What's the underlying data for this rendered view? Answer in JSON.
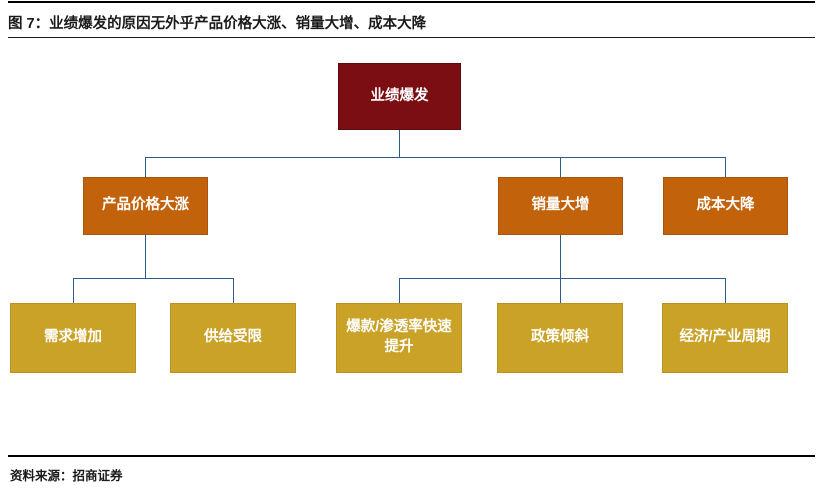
{
  "header": {
    "figure_label": "图 7：",
    "title": "业绩爆发的原因无外乎产品价格大涨、销量大增、成本大降"
  },
  "footer": {
    "source": "资料来源：招商证券"
  },
  "colors": {
    "root": "#7B0E12",
    "level2": "#C2620A",
    "level3": "#C9A227",
    "connector": "#2E5C8A",
    "rule": "#000000",
    "text_on_node": "#FFFFFF"
  },
  "chart_data": {
    "type": "diagram",
    "title": "业绩爆发的原因无外乎产品价格大涨、销量大增、成本大降",
    "orientation": "top-down tree",
    "nodes": [
      {
        "id": "root",
        "label": "业绩爆发",
        "level": 1,
        "color": "#7B0E12"
      },
      {
        "id": "n2a",
        "label": "产品价格大涨",
        "level": 2,
        "color": "#C2620A"
      },
      {
        "id": "n2b",
        "label": "销量大增",
        "level": 2,
        "color": "#C2620A"
      },
      {
        "id": "n2c",
        "label": "成本大降",
        "level": 2,
        "color": "#C2620A"
      },
      {
        "id": "n3a",
        "label": "需求增加",
        "level": 3,
        "color": "#C9A227"
      },
      {
        "id": "n3b",
        "label": "供给受限",
        "level": 3,
        "color": "#C9A227"
      },
      {
        "id": "n3c",
        "label": "爆款/渗透率快速提升",
        "level": 3,
        "color": "#C9A227"
      },
      {
        "id": "n3d",
        "label": "政策倾斜",
        "level": 3,
        "color": "#C9A227"
      },
      {
        "id": "n3e",
        "label": "经济/产业周期",
        "level": 3,
        "color": "#C9A227"
      }
    ],
    "edges": [
      {
        "from": "root",
        "to": "n2a"
      },
      {
        "from": "root",
        "to": "n2b"
      },
      {
        "from": "root",
        "to": "n2c"
      },
      {
        "from": "n2a",
        "to": "n3a"
      },
      {
        "from": "n2a",
        "to": "n3b"
      },
      {
        "from": "n2b",
        "to": "n3c"
      },
      {
        "from": "n2b",
        "to": "n3d"
      },
      {
        "from": "n2b",
        "to": "n3e"
      }
    ]
  }
}
